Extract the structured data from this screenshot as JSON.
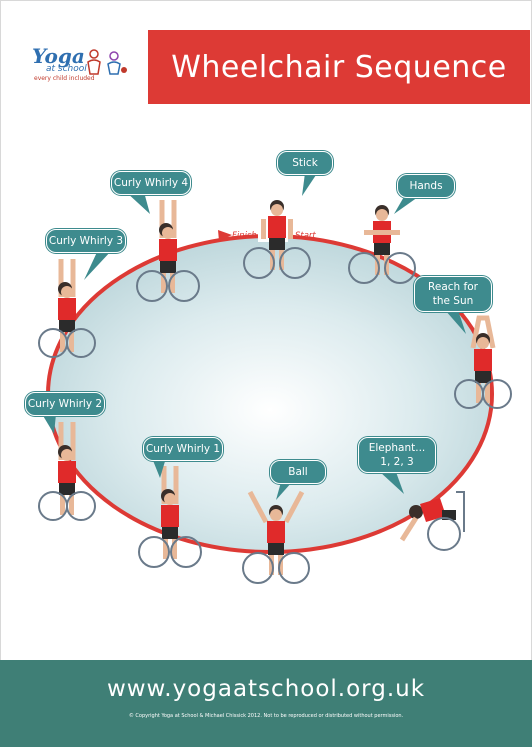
{
  "logo": {
    "word": "Yoga",
    "sub": "at school",
    "tagline": "every child included"
  },
  "title": "Wheelchair Sequence",
  "loop": {
    "finish": "Finish",
    "start": "Start"
  },
  "poses": [
    {
      "id": "stick",
      "label": "Stick"
    },
    {
      "id": "hands",
      "label": "Hands"
    },
    {
      "id": "reach-for-the-sun",
      "label": "Reach for\nthe Sun"
    },
    {
      "id": "elephant",
      "label": "Elephant...\n1, 2, 3"
    },
    {
      "id": "ball",
      "label": "Ball"
    },
    {
      "id": "curly-whirly-1",
      "label": "Curly Whirly 1"
    },
    {
      "id": "curly-whirly-2",
      "label": "Curly Whirly 2"
    },
    {
      "id": "curly-whirly-3",
      "label": "Curly Whirly 3"
    },
    {
      "id": "curly-whirly-4",
      "label": "Curly Whirly 4"
    }
  ],
  "footer": {
    "url": "www.yogaatschool.org.uk",
    "copyright": "© Copyright Yoga at School & Michael Chissick 2012. Not to be reproduced or distributed without permission."
  },
  "colors": {
    "accent_red": "#dd3a35",
    "bubble_teal": "#3e8b8e",
    "footer_green": "#3f7f76",
    "shirt_red": "#e02a2a",
    "wheelchair": "#6a7a8a"
  }
}
